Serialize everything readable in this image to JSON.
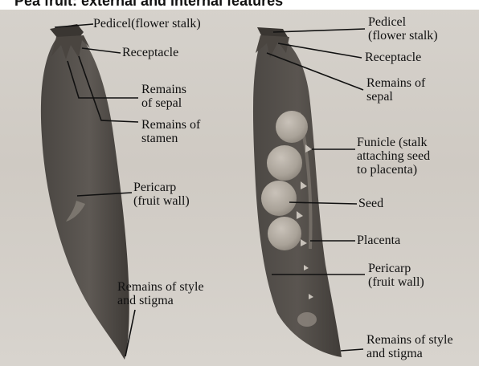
{
  "heading": "Pea fruit: external and internal features",
  "left_pod": {
    "labels": {
      "pedicel": "Pedicel(flower stalk)",
      "receptacle": "Receptacle",
      "sepal_1": "Remains",
      "sepal_2": "of sepal",
      "stamen_1": "Remains of",
      "stamen_2": "stamen",
      "pericarp_1": "Pericarp",
      "pericarp_2": "(fruit wall)",
      "style_1": "Remains of style",
      "style_2": "and stigma"
    }
  },
  "right_pod": {
    "labels": {
      "pedicel_1": "Pedicel",
      "pedicel_2": "(flower stalk)",
      "receptacle": "Receptacle",
      "sepal_1": "Remains of",
      "sepal_2": "sepal",
      "funicle_1": "Funicle (stalk",
      "funicle_2": "attaching seed",
      "funicle_3": "to placenta)",
      "seed": "Seed",
      "placenta": "Placenta",
      "pericarp_1": "Pericarp",
      "pericarp_2": "(fruit wall)",
      "style_1": "Remains of style",
      "style_2": "and stigma"
    }
  },
  "colors": {
    "background": "#d2cec8",
    "pod": "#5a5550",
    "pod_shadow": "#44403c",
    "seed": "#b4ada4",
    "label_line": "#111111"
  }
}
